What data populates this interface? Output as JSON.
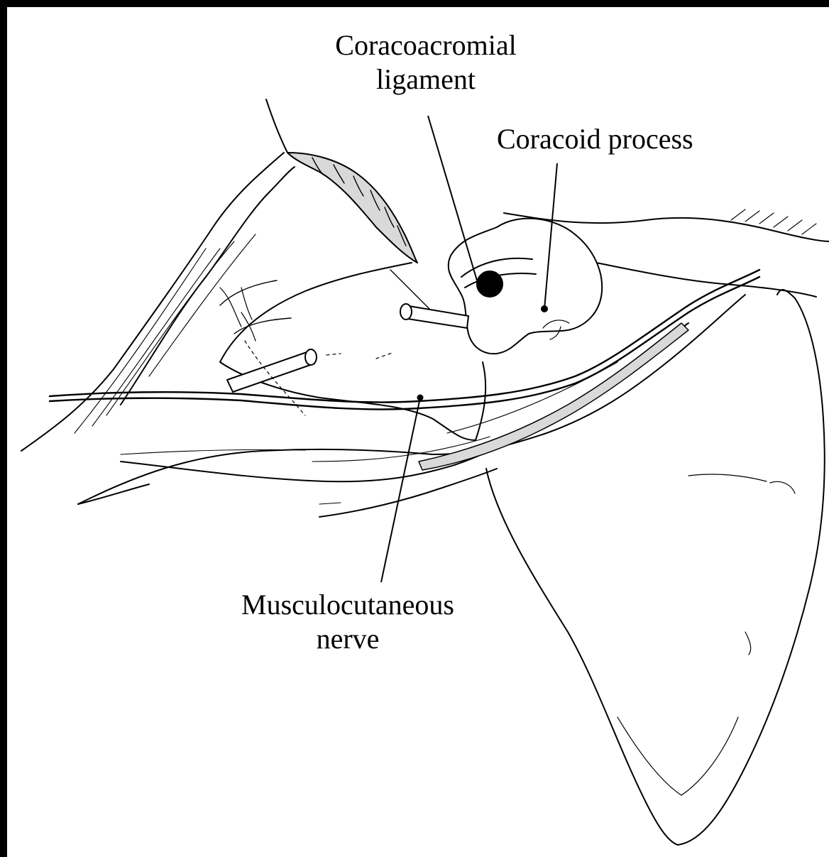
{
  "diagram": {
    "labels": {
      "coracoacromial_ligament": {
        "line1": "Coracoacromial",
        "line2": "ligament"
      },
      "coracoid_process": "Coracoid process",
      "musculocutaneous_nerve": {
        "line1": "Musculocutaneous",
        "line2": "nerve"
      }
    },
    "colors": {
      "frame": "#000000",
      "background": "#ffffff",
      "ink": "#000000",
      "shading": "#d9d9d9"
    }
  }
}
